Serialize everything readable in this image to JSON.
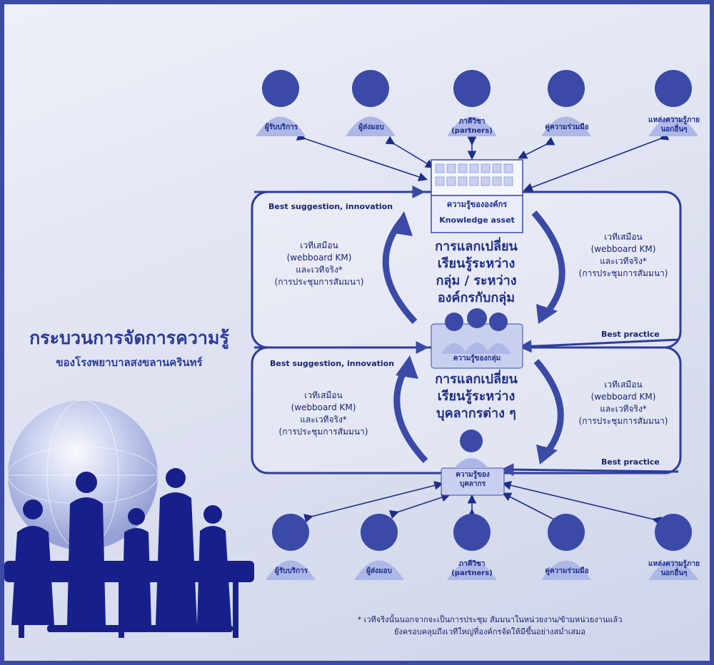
{
  "title": {
    "line1": "กระบวนการจัดการความรู้",
    "line2": "ของโรงพยาบาลสงขลานครินทร์"
  },
  "top_stakeholders": [
    "ผู้รับบริการ",
    "ผู้ส่งมอบ",
    "ภาคีวิชา (partners)",
    "คู่ความร่วมมือ",
    "แหล่งความรู้ภายนอกอื่นๆ"
  ],
  "bottom_stakeholders": [
    "ผู้รับบริการ",
    "ผู้ส่งมอบ",
    "ภาคีวิชา (partners)",
    "คู่ความร่วมมือ",
    "แหล่งความรู้ภายนอกอื่นๆ"
  ],
  "knowledge_asset": {
    "label_th": "ความรู้ขององค์กร",
    "label_en": "Knowledge asset"
  },
  "group_node": {
    "label": "ความรู้ของกลุ่ม"
  },
  "person_node": {
    "label_line1": "ความรู้ของ",
    "label_line2": "บุคลากร"
  },
  "upper_exchange": {
    "line1": "การแลกเปลี่ยน",
    "line2": "เรียนรู้ระหว่าง",
    "line3": "กลุ่ม / ระหว่าง",
    "line4": "องค์กรกับกลุ่ม"
  },
  "lower_exchange": {
    "line1": "การแลกเปลี่ยน",
    "line2": "เรียนรู้ระหว่าง",
    "line3": "บุคลากรต่าง ๆ"
  },
  "forum": {
    "line1": "เวทีเสมือน",
    "line2": "(webboard KM)",
    "line3": "และเวทีจริง*",
    "line4": "(การประชุมการสัมมนา)"
  },
  "tags": {
    "best_suggestion_upper": "Best suggestion, innovation",
    "best_suggestion_lower": "Best suggestion, innovation",
    "best_practice_upper": "Best practice",
    "best_practice_lower": "Best practice"
  },
  "footnote": {
    "line1": "* เวทีจริงนั้นนอกจากจะเป็นการประชุม สัมมนาในหน่วยงาน/ข้ามหน่วยงานแล้ว",
    "line2": "ยังครอบคลุมถึงเวทีใหญ่ที่องค์กรจัดให้มีขึ้นอย่างสม่ำเสมอ"
  },
  "colors": {
    "accent": "#3a4aa6",
    "text": "#1d2d8c"
  }
}
